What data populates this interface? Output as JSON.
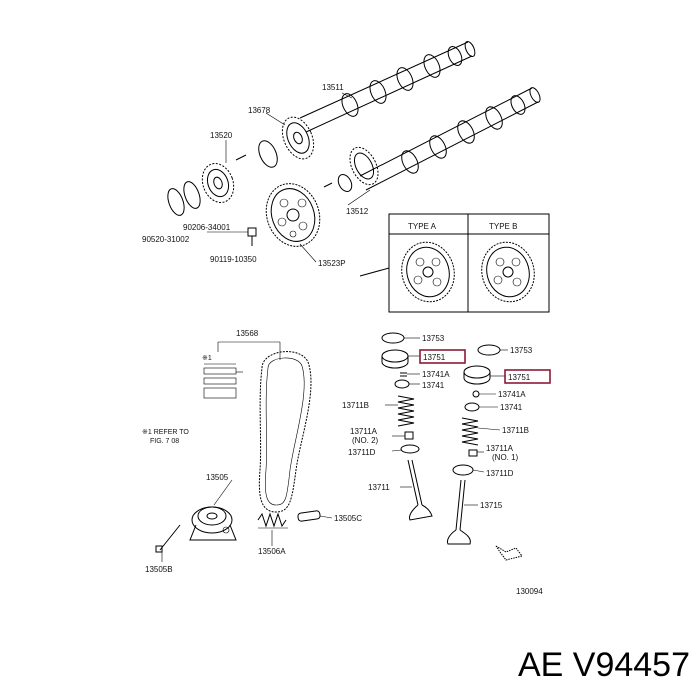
{
  "labels": {
    "l13511": "13511",
    "l13678": "13678",
    "l13520": "13520",
    "l13512": "13512",
    "l90206": "90206-34001",
    "l90520": "90520-31002",
    "l90119": "90119-10350",
    "l13523p": "13523P",
    "typeA": "TYPE A",
    "typeB": "TYPE B",
    "l13568": "13568",
    "star1": "※1",
    "refer1": "※1 REFER TO",
    "refer2": "FIG. 7 08",
    "l13505": "13505",
    "l13505c": "13505C",
    "l13506a": "13506A",
    "l13505b": "13505B",
    "l13753a": "13753",
    "l13751a": "13751",
    "l13741aa": "13741A",
    "l13741a": "13741",
    "l13711ba": "13711B",
    "l13711aa": "13711A",
    "l13711aa2": "(NO. 2)",
    "l13711da": "13711D",
    "l13711": "13711",
    "l13753b": "13753",
    "l13751b": "13751",
    "l13741ab": "13741A",
    "l13741b": "13741",
    "l13711bb": "13711B",
    "l13711ab": "13711A",
    "l13711ab2": "(NO. 1)",
    "l13711db": "13711D",
    "l13715": "13715",
    "l130094": "130094"
  },
  "brand_text": "AE V94457",
  "highlight_color": "#8b1c3a"
}
